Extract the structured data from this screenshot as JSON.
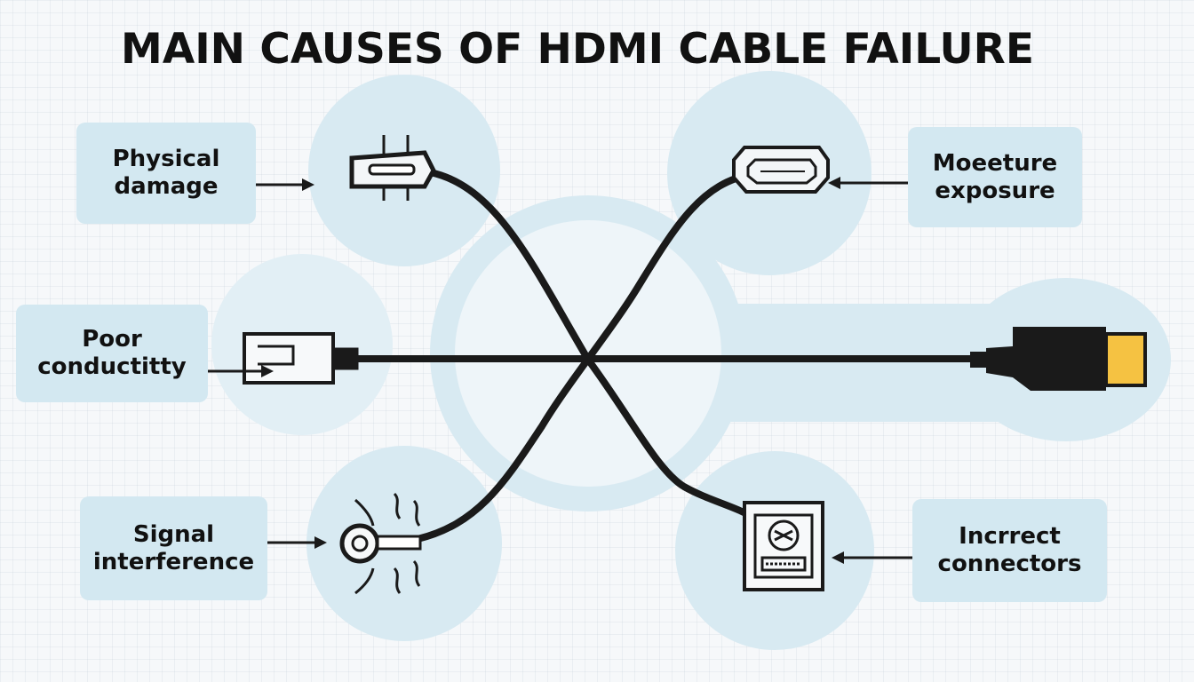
{
  "title": "MAIN CAUSES OF HDMI CABLE FAILURE",
  "causes": [
    {
      "id": "physical",
      "line1": "Physical",
      "line2": "damage"
    },
    {
      "id": "moisture",
      "line1": "Moeeture",
      "line2": "exposure"
    },
    {
      "id": "poor",
      "line1": "Poor",
      "line2": "conductitty"
    },
    {
      "id": "signal",
      "line1": "Signal",
      "line2": "interference"
    },
    {
      "id": "incorrect",
      "line1": "Incrrect",
      "line2": "connectors"
    }
  ],
  "colors": {
    "background": "#f6f8fa",
    "label_box": "#d3e8f1",
    "circle": "#d8eaf2",
    "cable": "#1a1a1a",
    "connector_tip": "#f5c242"
  },
  "icons": [
    "damaged-connector-icon",
    "hdmi-port-icon",
    "ethernet-plug-icon",
    "interference-ring-icon",
    "port-socket-icon",
    "hdmi-plug-icon"
  ]
}
